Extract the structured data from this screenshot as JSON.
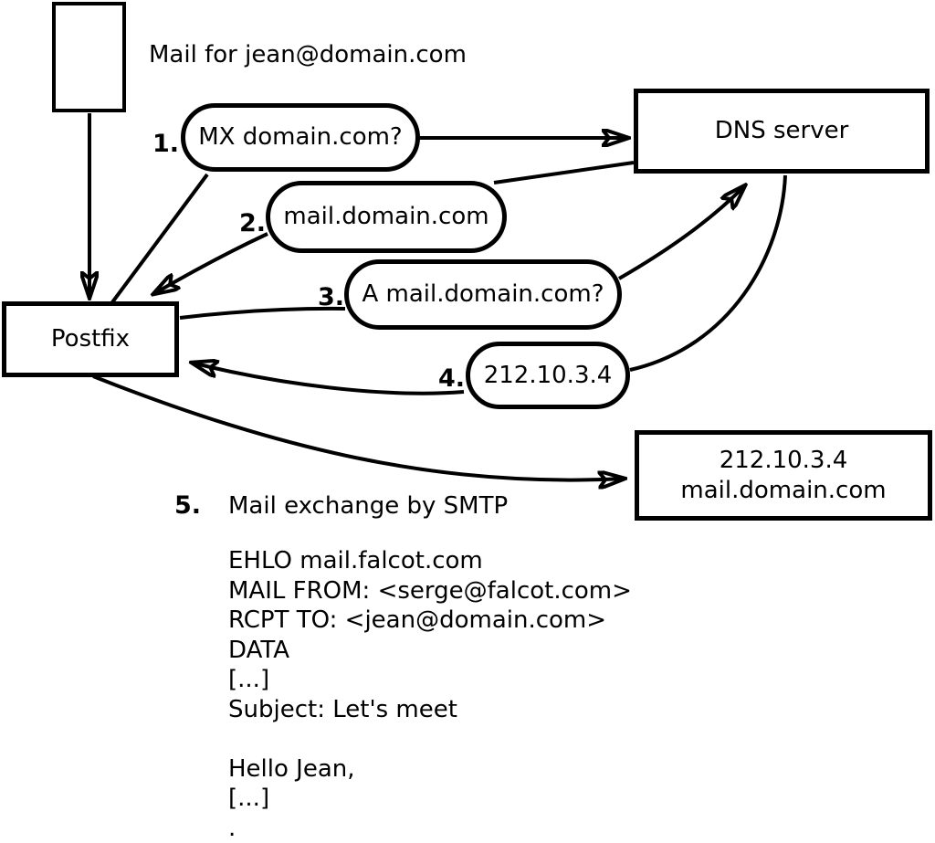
{
  "canvas": {
    "background": "#ffffff",
    "line_color": "#000000"
  },
  "annotation": {
    "mail_note": "Mail for jean@domain.com"
  },
  "nodes": {
    "postfix": {
      "label": "Postfix"
    },
    "dns_server": {
      "label": "DNS server"
    },
    "mail_host": {
      "line1": "212.10.3.4",
      "line2": "mail.domain.com"
    }
  },
  "steps": [
    {
      "num": "1.",
      "label": "MX domain.com?"
    },
    {
      "num": "2.",
      "label": "mail.domain.com"
    },
    {
      "num": "3.",
      "label": "A mail.domain.com?"
    },
    {
      "num": "4.",
      "label": "212.10.3.4"
    },
    {
      "num": "5.",
      "label": "Mail exchange by SMTP"
    }
  ],
  "smtp_session": {
    "lines": [
      "EHLO mail.falcot.com",
      "MAIL FROM: <serge@falcot.com>",
      "RCPT TO: <jean@domain.com>",
      "DATA",
      "[...]",
      "Subject: Let's meet",
      "",
      "Hello Jean,",
      "[...]",
      "."
    ]
  }
}
